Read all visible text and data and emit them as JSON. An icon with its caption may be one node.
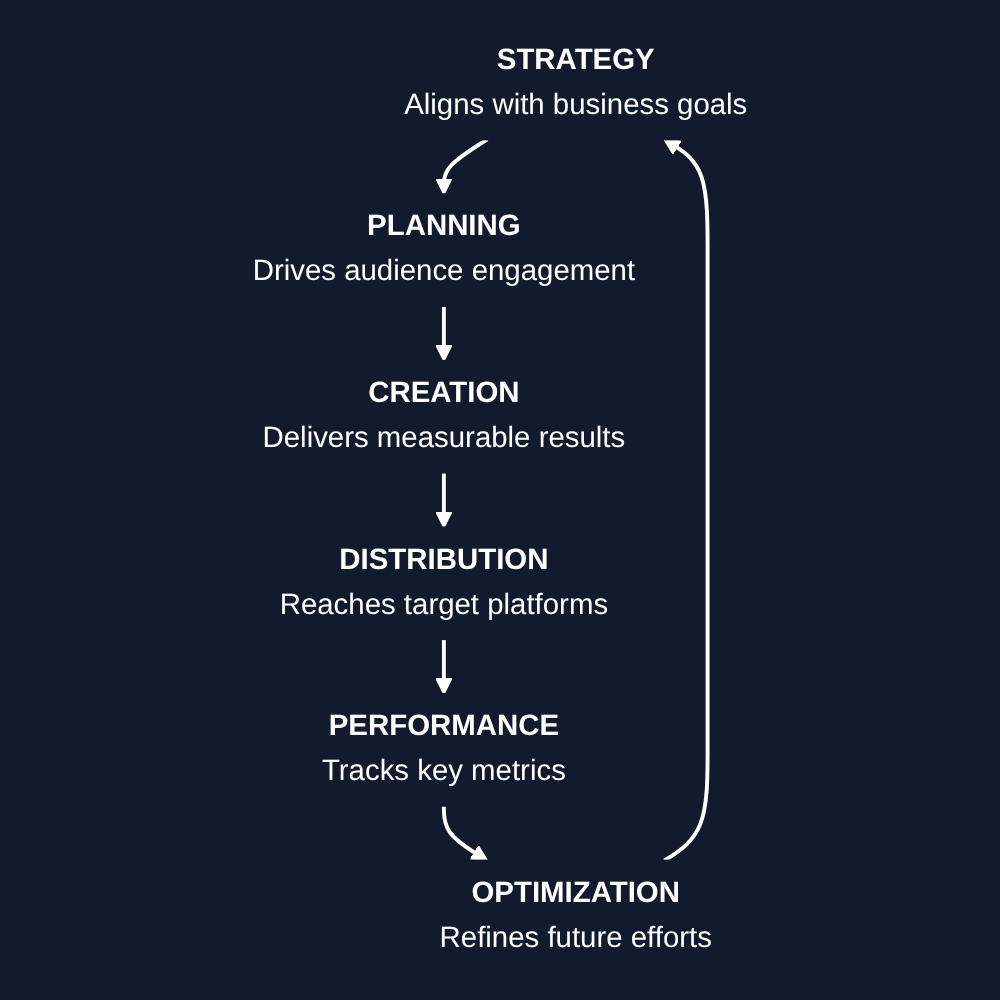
{
  "diagram": {
    "nodes": [
      {
        "text": [
          "STRATEGY",
          "Aligns with business goals"
        ]
      },
      {
        "text": [
          "PLANNING",
          "Drives audience engagement"
        ]
      },
      {
        "text": [
          "CREATION",
          "Delivers measurable results"
        ]
      },
      {
        "text": [
          "DISTRIBUTION",
          "Reaches target platforms"
        ]
      },
      {
        "text": [
          "PERFORMANCE",
          "Tracks key metrics"
        ]
      },
      {
        "text": [
          "OPTIMIZATION",
          "Refines future efforts"
        ]
      }
    ],
    "edges": [
      {
        "from": 0,
        "to": 1,
        "arrow": "to"
      },
      {
        "from": 1,
        "to": 2,
        "arrow": "to"
      },
      {
        "from": 2,
        "to": 3,
        "arrow": "to"
      },
      {
        "from": 3,
        "to": 4,
        "arrow": "to"
      },
      {
        "from": 4,
        "to": 5,
        "arrow": "to"
      },
      {
        "from": 5,
        "to": 0,
        "arrow": "to"
      }
    ]
  }
}
